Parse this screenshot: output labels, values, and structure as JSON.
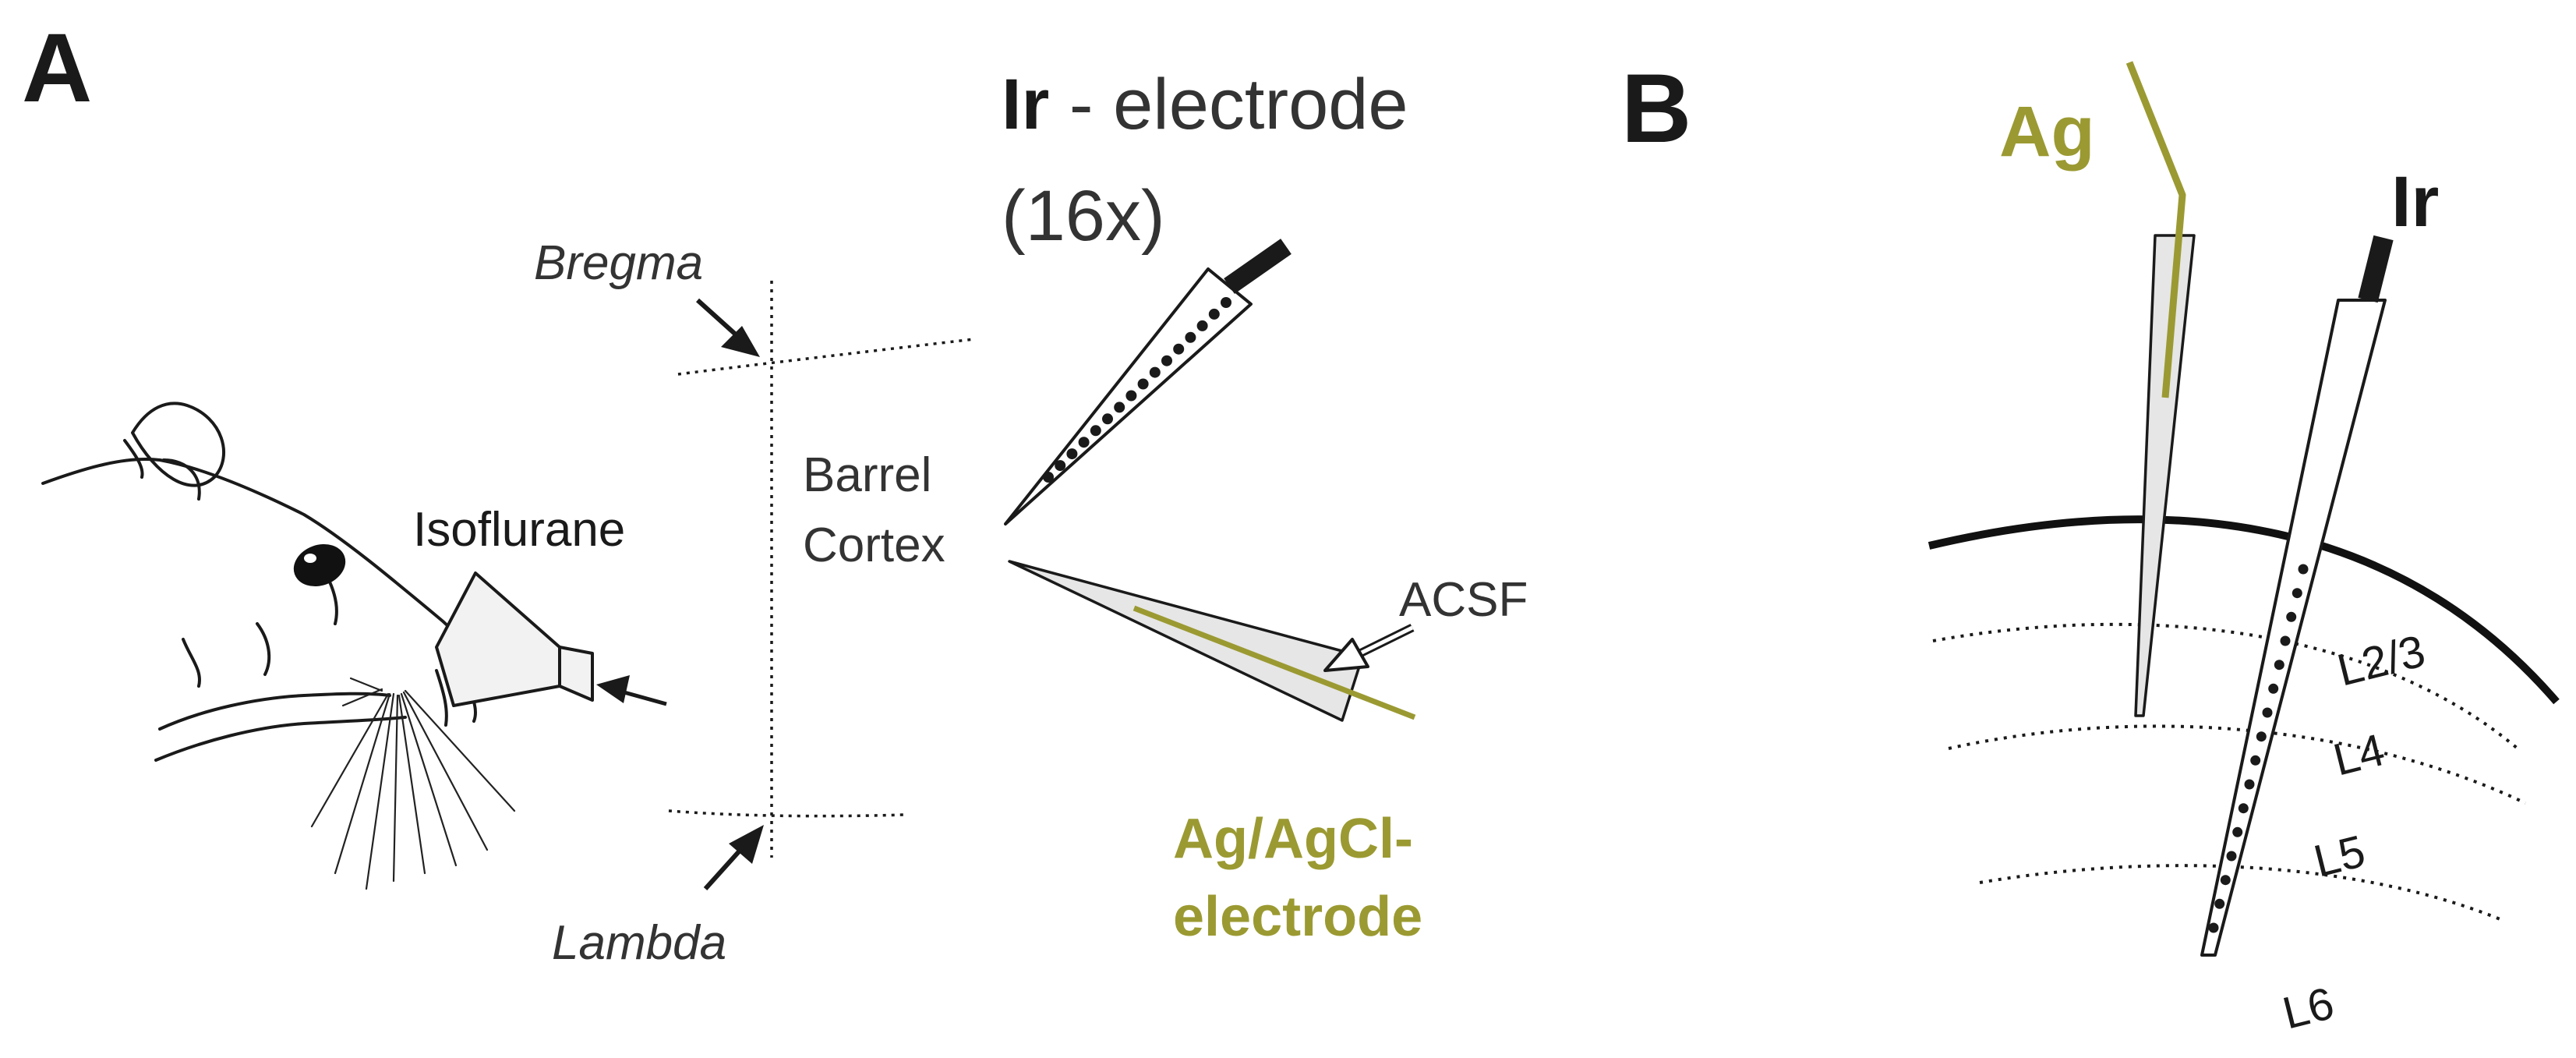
{
  "colors": {
    "ink": "#1a1a1a",
    "olive": "#9b9a32",
    "pipette_fill": "#e6e6e6"
  },
  "panel_a": {
    "label": "A",
    "ir_title_bold": "Ir",
    "ir_title_rest": " - electrode",
    "ir_count": "(16x)",
    "bregma": "Bregma",
    "lambda": "Lambda",
    "barrel_line1": "Barrel",
    "barrel_line2": "Cortex",
    "isoflurane": "Isoflurane",
    "acsf": "ACSF",
    "agcl_line1": "Ag/AgCl-",
    "agcl_line2": "electrode",
    "ir_contacts": 16
  },
  "panel_b": {
    "label": "B",
    "ag_label": "Ag",
    "ir_label": "Ir",
    "layers": [
      "L2/3",
      "L4",
      "L5",
      "L6"
    ],
    "ir_contacts": 16
  }
}
